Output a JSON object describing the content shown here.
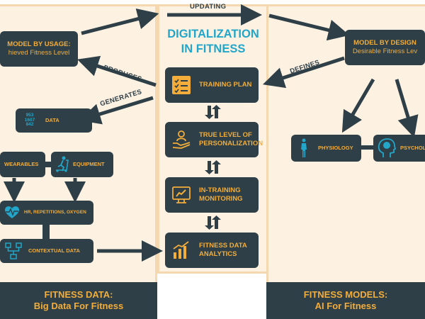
{
  "center": {
    "title_line1": "DIGITALIZATION",
    "title_line2": "IN FITNESS",
    "steps": [
      {
        "line1": "TRAINING PLAN",
        "line2": ""
      },
      {
        "line1": "TRUE LEVEL OF",
        "line2": "PERSONALIZATION"
      },
      {
        "line1": "IN-TRAINING",
        "line2": "MONITORING"
      },
      {
        "line1": "FITNESS DATA",
        "line2": "ANALYTICS"
      }
    ]
  },
  "labels": {
    "updating": "UPDATING",
    "produces": "PRODUCES",
    "generates": "GENERATES",
    "defines": "DEFINES"
  },
  "left": {
    "model_line1": "MODEL BY USAGE:",
    "model_line2": "hieved Fitness Level",
    "data_label": "DATA",
    "data_digits": [
      "953",
      "1607",
      "842"
    ],
    "wearables": "WEARABLES",
    "equipment": "EQUIPMENT",
    "hr": "HR, REPETITIONS, OXYGEN",
    "contextual": "CONTEXTUAL DATA",
    "footer_line1": "FITNESS DATA:",
    "footer_line2": "Big Data For Fitness"
  },
  "right": {
    "model_line1": "MODEL BY DESIGN",
    "model_line2": "Desirable Fitness Lev",
    "physiology": "PHYSIOLOGY",
    "psychology": "PSYCHOL",
    "footer_line1": "FITNESS MODELS:",
    "footer_line2": "AI For Fitness"
  },
  "colors": {
    "box": "#2e3f47",
    "accent": "#f2ad3a",
    "title": "#22a6c9",
    "icon": "#22a6c9",
    "panel_border": "#f6d8b0",
    "panel_fill": "#fdf1e2"
  }
}
